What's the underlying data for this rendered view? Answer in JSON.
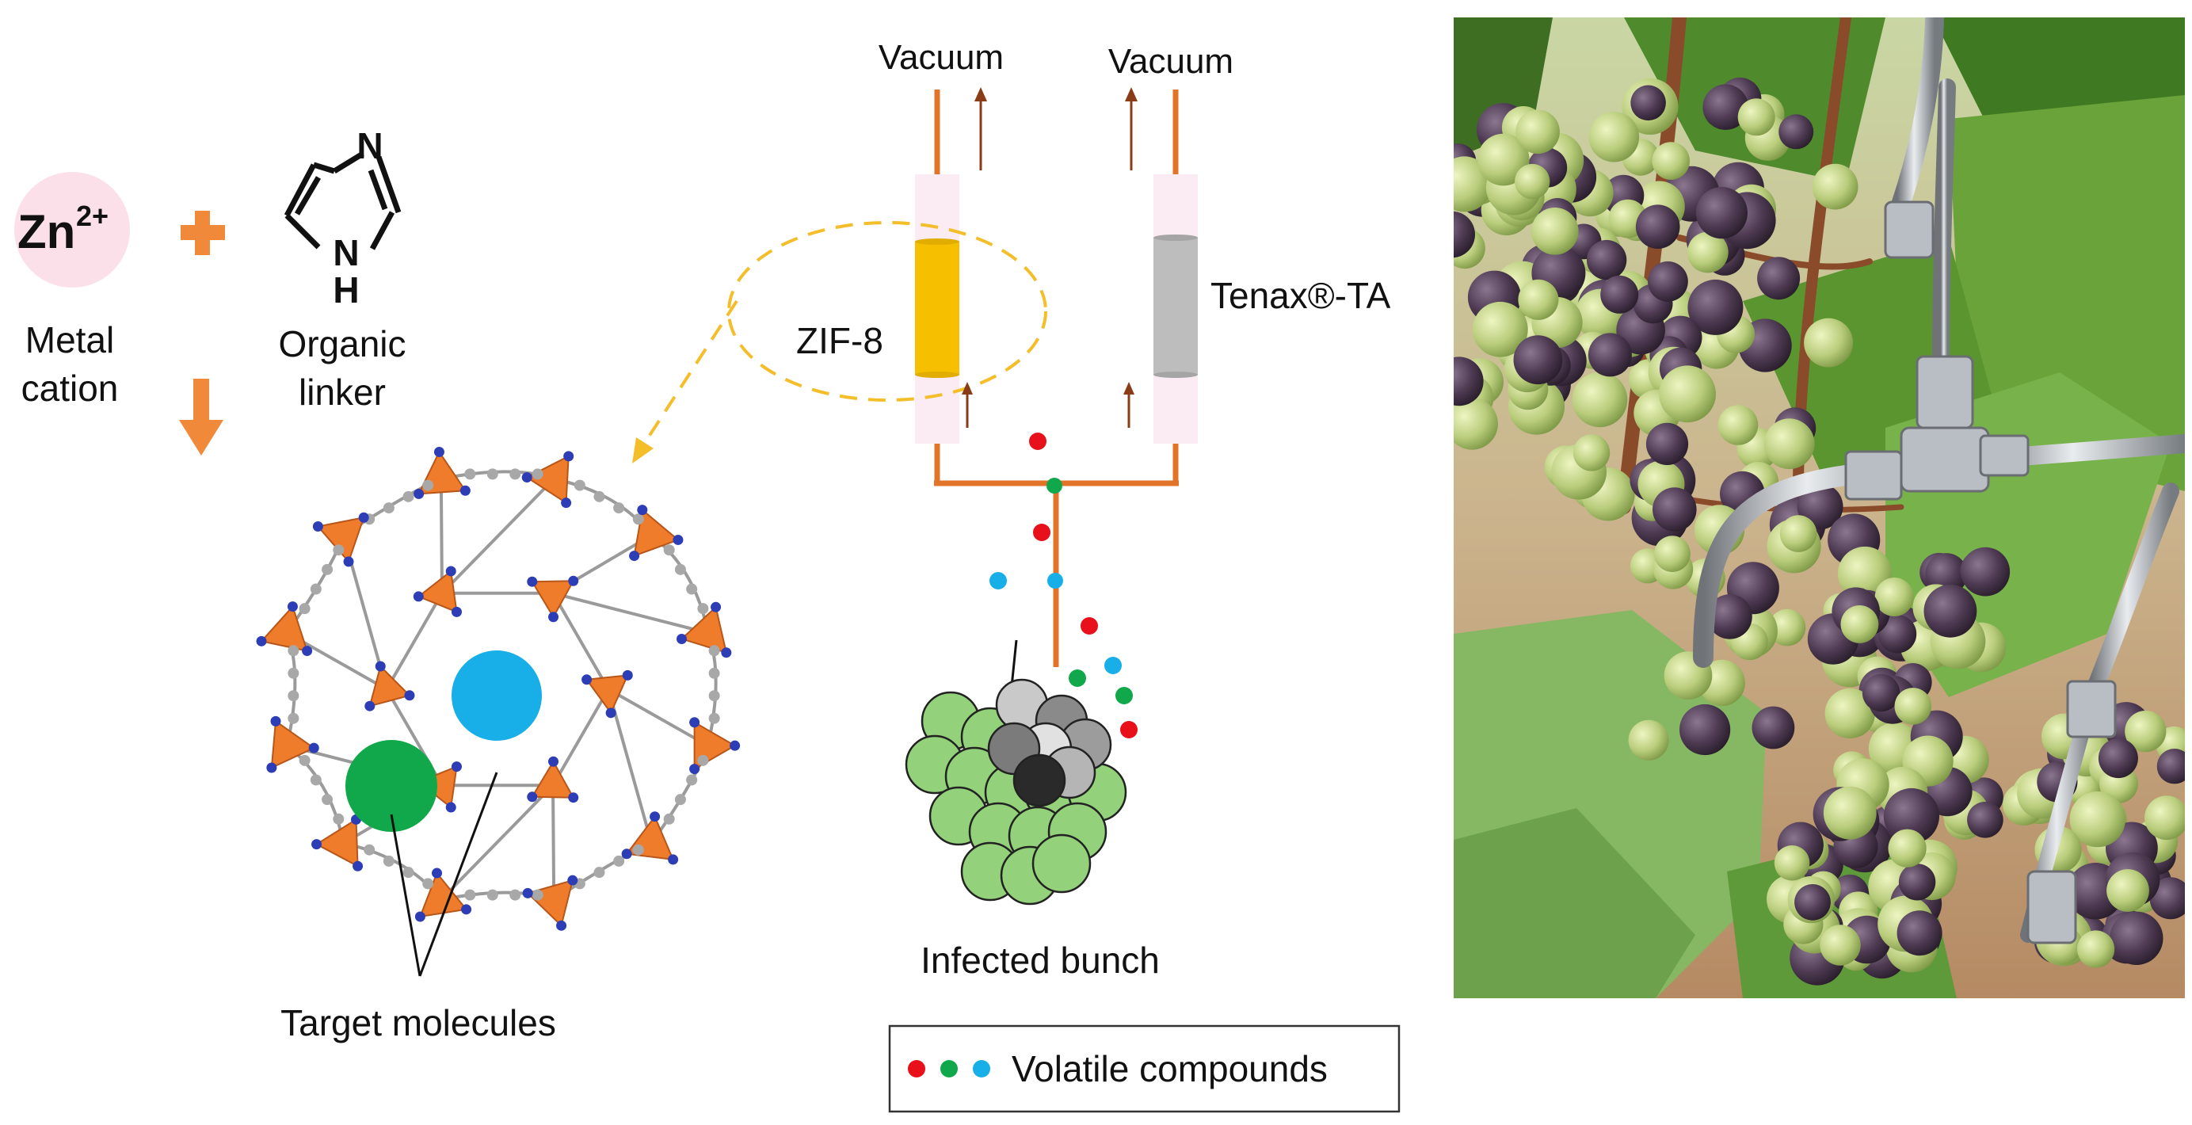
{
  "synthesis": {
    "metal_symbol": "Zn",
    "metal_charge": "2+",
    "metal_label_line1": "Metal",
    "metal_label_line2": "cation",
    "linker_atom_top": "N",
    "linker_atom_bottom_n": "N",
    "linker_atom_bottom_h": "H",
    "linker_label_line1": "Organic",
    "linker_label_line2": "linker",
    "target_label": "Target molecules"
  },
  "sampling": {
    "vacuum_left": "Vacuum",
    "vacuum_right": "Vacuum",
    "sorbent_left": "ZIF-8",
    "sorbent_right": "Tenax®-TA",
    "source_label": "Infected bunch",
    "legend_label": "Volatile compounds"
  },
  "colors": {
    "pipe": "#e2742a",
    "arrow": "#8a3c16",
    "zif_fill": "#f6c000",
    "tenax_fill": "#bdbdbd",
    "tube_body": "#fbecf3",
    "zn_circle": "#fbe0ea",
    "zn_text": "#c8477e",
    "plus_arrow": "#f08a3a",
    "tetrahedra": "#ee7c2b",
    "node_blue": "#2c3db5",
    "node_gray": "#a8a8a8",
    "molecule_red": "#e8101a",
    "molecule_green": "#10a84a",
    "molecule_blue": "#18aee8",
    "grape_green": "#93d17b",
    "dashed_callout": "#f4bd2a"
  }
}
